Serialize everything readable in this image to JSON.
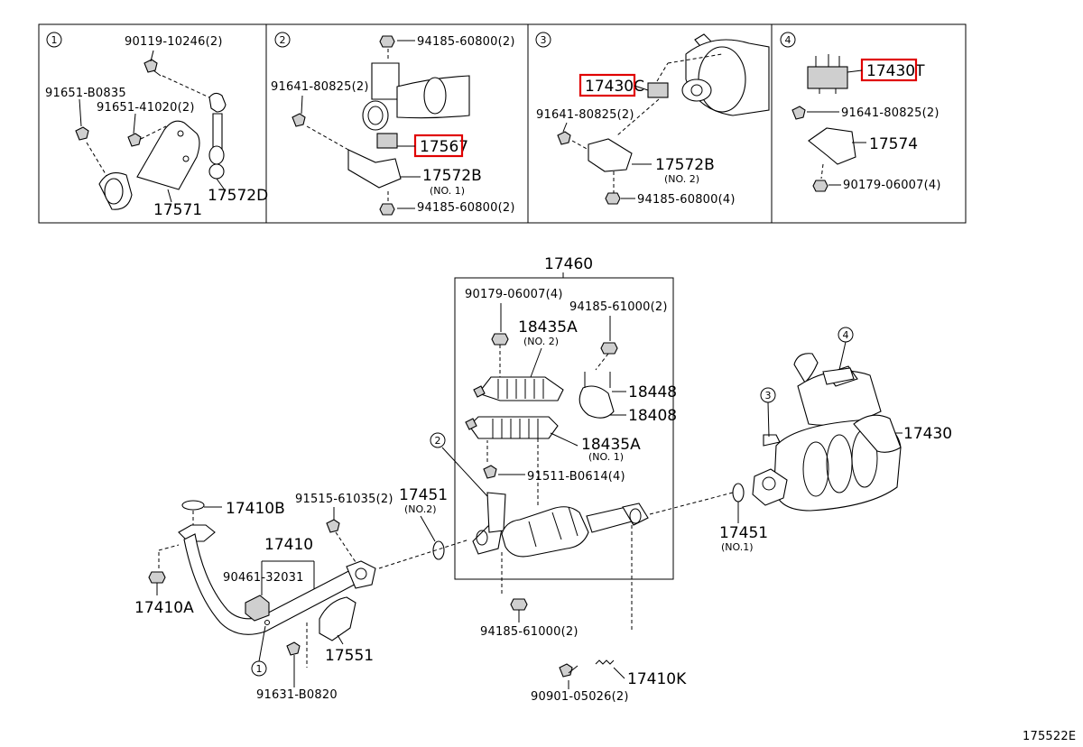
{
  "colors": {
    "highlight": "#e00000",
    "ink": "#000000",
    "background": "#ffffff"
  },
  "panel1": {
    "index": "1",
    "labels": {
      "a": "90119-10246(2)",
      "b": "91651-B0835",
      "c": "91651-41020(2)",
      "d": "17571",
      "e": "17572D"
    }
  },
  "panel2": {
    "index": "2",
    "labels": {
      "a": "94185-60800(2)",
      "b": "91641-80825(2)",
      "c": "17567",
      "d": "17572B",
      "d_note": "(NO. 1)",
      "e": "94185-60800(2)"
    }
  },
  "panel3": {
    "index": "3",
    "labels": {
      "a": "17430C",
      "b": "91641-80825(2)",
      "c": "17572B",
      "c_note": "(NO. 2)",
      "d": "94185-60800(4)"
    }
  },
  "panel4": {
    "index": "4",
    "labels": {
      "a": "17430T",
      "b": "91641-80825(2)",
      "c": "17574",
      "d": "90179-06007(4)"
    }
  },
  "main": {
    "labels": {
      "p17460": "17460",
      "p90179": "90179-06007(4)",
      "p94185a": "94185-61000(2)",
      "p18435a": "18435A",
      "p18435a_note": "(NO. 2)",
      "p18448": "18448",
      "p18408": "18408",
      "p18435a2": "18435A",
      "p18435a2_note": "(NO. 1)",
      "p91511": "91511-B0614(4)",
      "p17430": "17430",
      "p17451a": "17451",
      "p17451a_note": "(NO.2)",
      "p17451b": "17451",
      "p17451b_note": "(NO.1)",
      "p17410b": "17410B",
      "p91515": "91515-61035(2)",
      "p17410": "17410",
      "p90461": "90461-32031",
      "p17410a": "17410A",
      "p17551": "17551",
      "p91631": "91631-B0820",
      "p94185b": "94185-61000(2)",
      "p90901": "90901-05026(2)",
      "p17410k": "17410K",
      "ref1": "1",
      "ref2": "2",
      "ref3": "3",
      "ref4": "4"
    }
  },
  "footer": {
    "code": "175522E"
  }
}
